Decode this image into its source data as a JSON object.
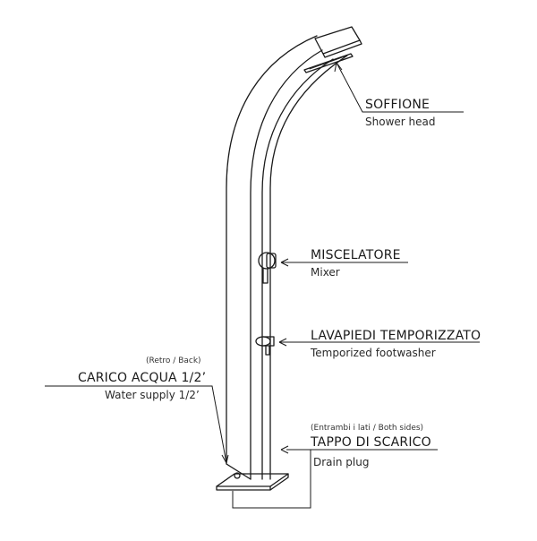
{
  "labels": {
    "shower_head": {
      "it": "SOFFIONE",
      "en": "Shower head"
    },
    "mixer": {
      "it": "MISCELATORE",
      "en": "Mixer"
    },
    "footwasher": {
      "it": "LAVAPIEDI TEMPORIZZATO",
      "en": "Temporized footwasher"
    },
    "water_supply": {
      "note": "(Retro / Back)",
      "it": "CARICO ACQUA 1/2’",
      "en": "Water supply 1/2’"
    },
    "drain_plug": {
      "note": "(Entrambi i lati / Both sides)",
      "it": "TAPPO DI SCARICO",
      "en": "Drain plug"
    }
  },
  "colors": {
    "line": "#1a1a1a",
    "background": "#ffffff"
  }
}
